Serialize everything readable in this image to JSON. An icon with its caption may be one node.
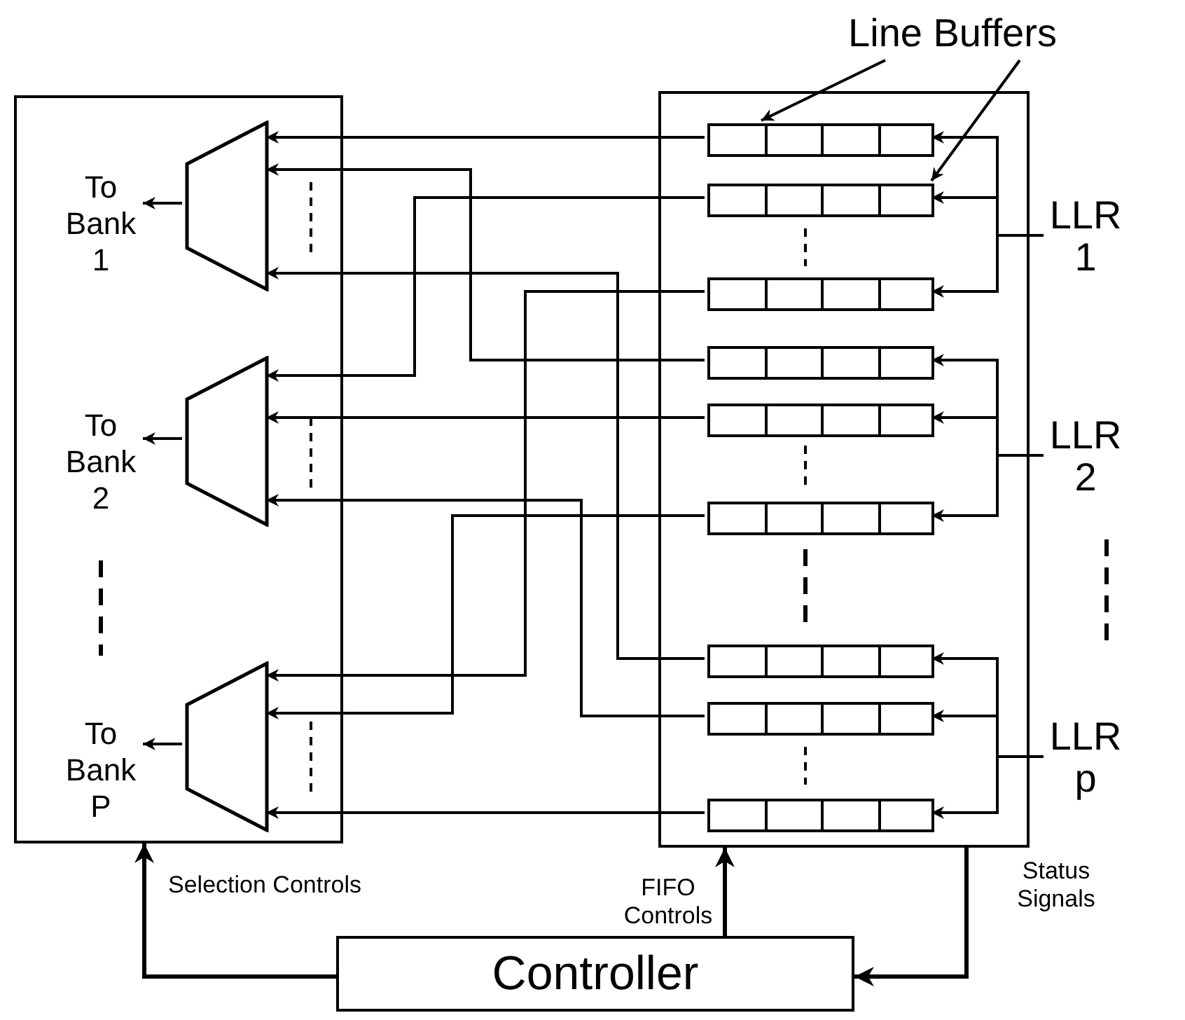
{
  "diagram": {
    "nodes": [
      {
        "text": [],
        "shape": "box"
      },
      {
        "text": [],
        "shape": "trapezoid",
        "in": 0
      },
      {
        "text": [
          "To Bank 1"
        ],
        "in": 0
      },
      {
        "text": [],
        "shape": "trapezoid",
        "in": 0
      },
      {
        "text": [
          "To Bank 2"
        ],
        "in": 0
      },
      {
        "text": [],
        "shape": "trapezoid",
        "in": 0
      },
      {
        "text": [
          "To Bank P"
        ],
        "in": 0
      },
      {
        "text": [],
        "shape": "box"
      },
      {
        "text": [
          "Line Buffers"
        ]
      },
      {
        "text": [],
        "shape": "box",
        "in": 7
      },
      {
        "text": [],
        "shape": "box",
        "in": 7
      },
      {
        "text": [],
        "shape": "box",
        "in": 7
      },
      {
        "text": [],
        "shape": "box",
        "in": 7
      },
      {
        "text": [],
        "shape": "box",
        "in": 7
      },
      {
        "text": [],
        "shape": "box",
        "in": 7
      },
      {
        "text": [],
        "shape": "box",
        "in": 7
      },
      {
        "text": [],
        "shape": "box",
        "in": 7
      },
      {
        "text": [],
        "shape": "box",
        "in": 7
      },
      {
        "text": [
          "LLR 1"
        ]
      },
      {
        "text": [
          "LLR 2"
        ]
      },
      {
        "text": [
          "LLR p"
        ]
      },
      {
        "text": [
          "Controller"
        ]
      }
    ],
    "edges": [
      {
        "from": 9,
        "to": 1,
        "arrow": "to"
      },
      {
        "from": 12,
        "to": 1,
        "arrow": "to"
      },
      {
        "from": 15,
        "to": 1,
        "arrow": "to"
      },
      {
        "from": 10,
        "to": 3,
        "arrow": "to"
      },
      {
        "from": 13,
        "to": 3,
        "arrow": "to"
      },
      {
        "from": 16,
        "to": 3,
        "arrow": "to"
      },
      {
        "from": 11,
        "to": 5,
        "arrow": "to"
      },
      {
        "from": 14,
        "to": 5,
        "arrow": "to"
      },
      {
        "from": 17,
        "to": 5,
        "arrow": "to"
      },
      {
        "from": 1,
        "to": 2,
        "arrow": "to"
      },
      {
        "from": 3,
        "to": 4,
        "arrow": "to"
      },
      {
        "from": 5,
        "to": 6,
        "arrow": "to"
      },
      {
        "from": 18,
        "to": 9,
        "arrow": "to"
      },
      {
        "from": 18,
        "to": 10,
        "arrow": "to"
      },
      {
        "from": 18,
        "to": 11,
        "arrow": "to"
      },
      {
        "from": 19,
        "to": 12,
        "arrow": "to"
      },
      {
        "from": 19,
        "to": 13,
        "arrow": "to"
      },
      {
        "from": 19,
        "to": 14,
        "arrow": "to"
      },
      {
        "from": 20,
        "to": 15,
        "arrow": "to"
      },
      {
        "from": 20,
        "to": 16,
        "arrow": "to"
      },
      {
        "from": 20,
        "to": 17,
        "arrow": "to"
      },
      {
        "from": 8,
        "to": 9,
        "arrow": "to"
      },
      {
        "from": 8,
        "to": 10,
        "arrow": "to"
      },
      {
        "from": 21,
        "to": 0,
        "arrow": "to",
        "label": "Selection Controls"
      },
      {
        "from": 21,
        "to": 7,
        "arrow": "to",
        "label": "FIFO Controls"
      },
      {
        "from": 7,
        "to": 21,
        "arrow": "to",
        "label": "Status Signals"
      }
    ]
  }
}
